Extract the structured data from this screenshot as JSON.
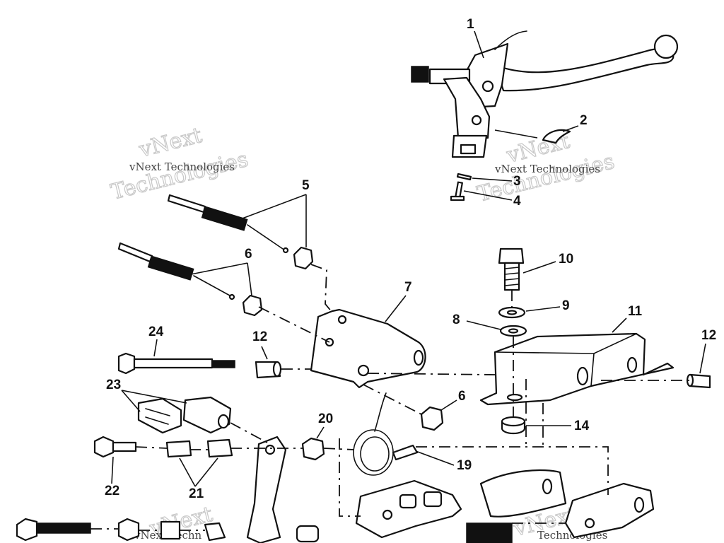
{
  "watermark": {
    "line1": "vNext Technologies",
    "line2": "Technologies",
    "color": "#c8c8c8"
  },
  "callouts": [
    "1",
    "2",
    "3",
    "4",
    "5",
    "6",
    "7",
    "8",
    "9",
    "10",
    "11",
    "12",
    "14",
    "19",
    "20",
    "21",
    "22",
    "23",
    "24"
  ],
  "ink_color": "#111111"
}
